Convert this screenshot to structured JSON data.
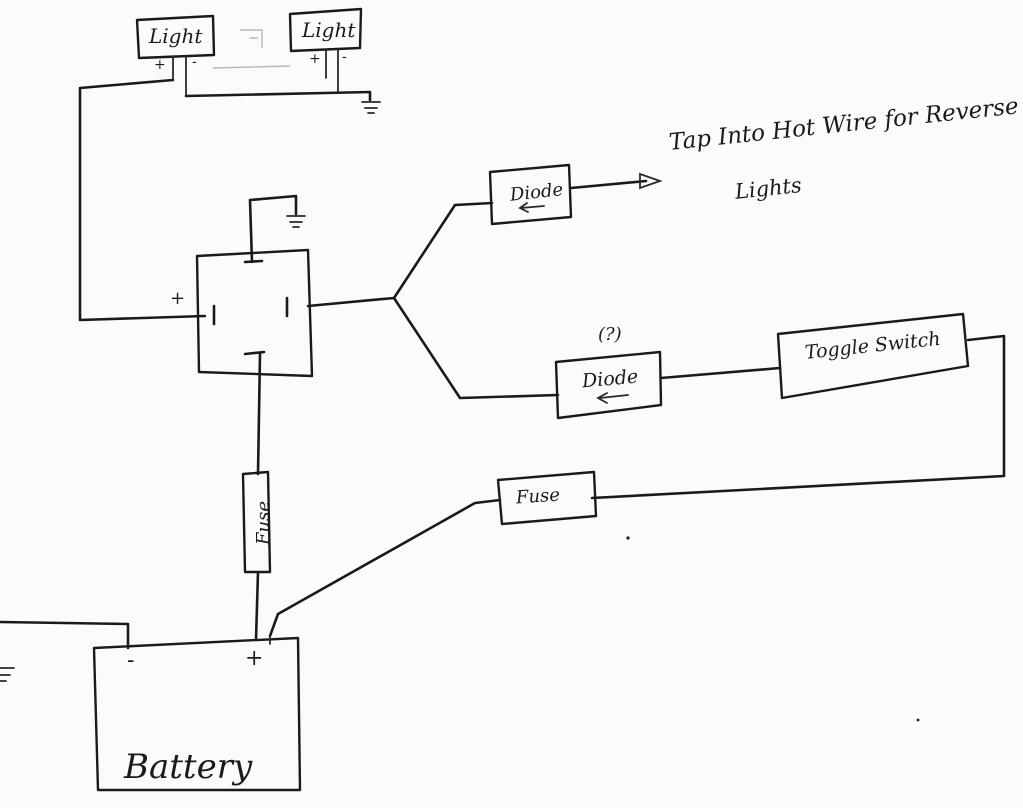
{
  "components": {
    "light_left": "Light",
    "light_right": "Light",
    "diode_top": "Diode",
    "diode_bottom": "Diode",
    "diode_bottom_note": "(?)",
    "toggle_switch": "Toggle Switch",
    "fuse_vertical": "Fuse",
    "fuse_horizontal": "Fuse",
    "battery": "Battery"
  },
  "annotations": {
    "tap_line1": "Tap Into Hot Wire for Reverse",
    "tap_line2": "Lights"
  },
  "terminals": {
    "plus": "+",
    "minus": "-"
  }
}
